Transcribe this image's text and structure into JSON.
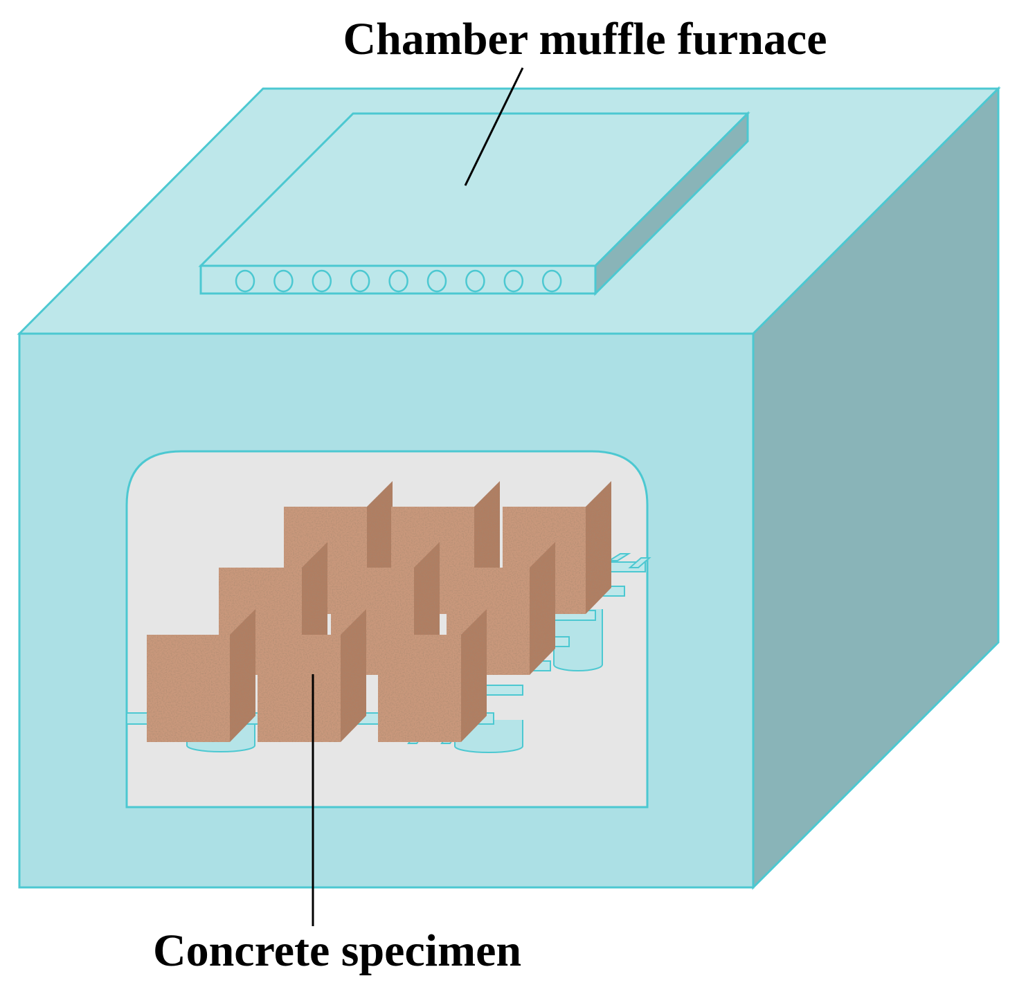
{
  "labels": {
    "furnace": "Chamber muffle furnace",
    "specimen": "Concrete specimen"
  },
  "colors": {
    "front": "#ace0e5",
    "top": "#bde7ea",
    "side": "#89b4b8",
    "edge": "#4cc8d1",
    "interior": "#e6e6e6",
    "concrete_face": "#c9987c",
    "concrete_side": "#b07e62",
    "leader": "#000000"
  },
  "counts": {
    "vent_holes": 9,
    "specimen_rows": 3,
    "specimens_per_row": 3
  }
}
